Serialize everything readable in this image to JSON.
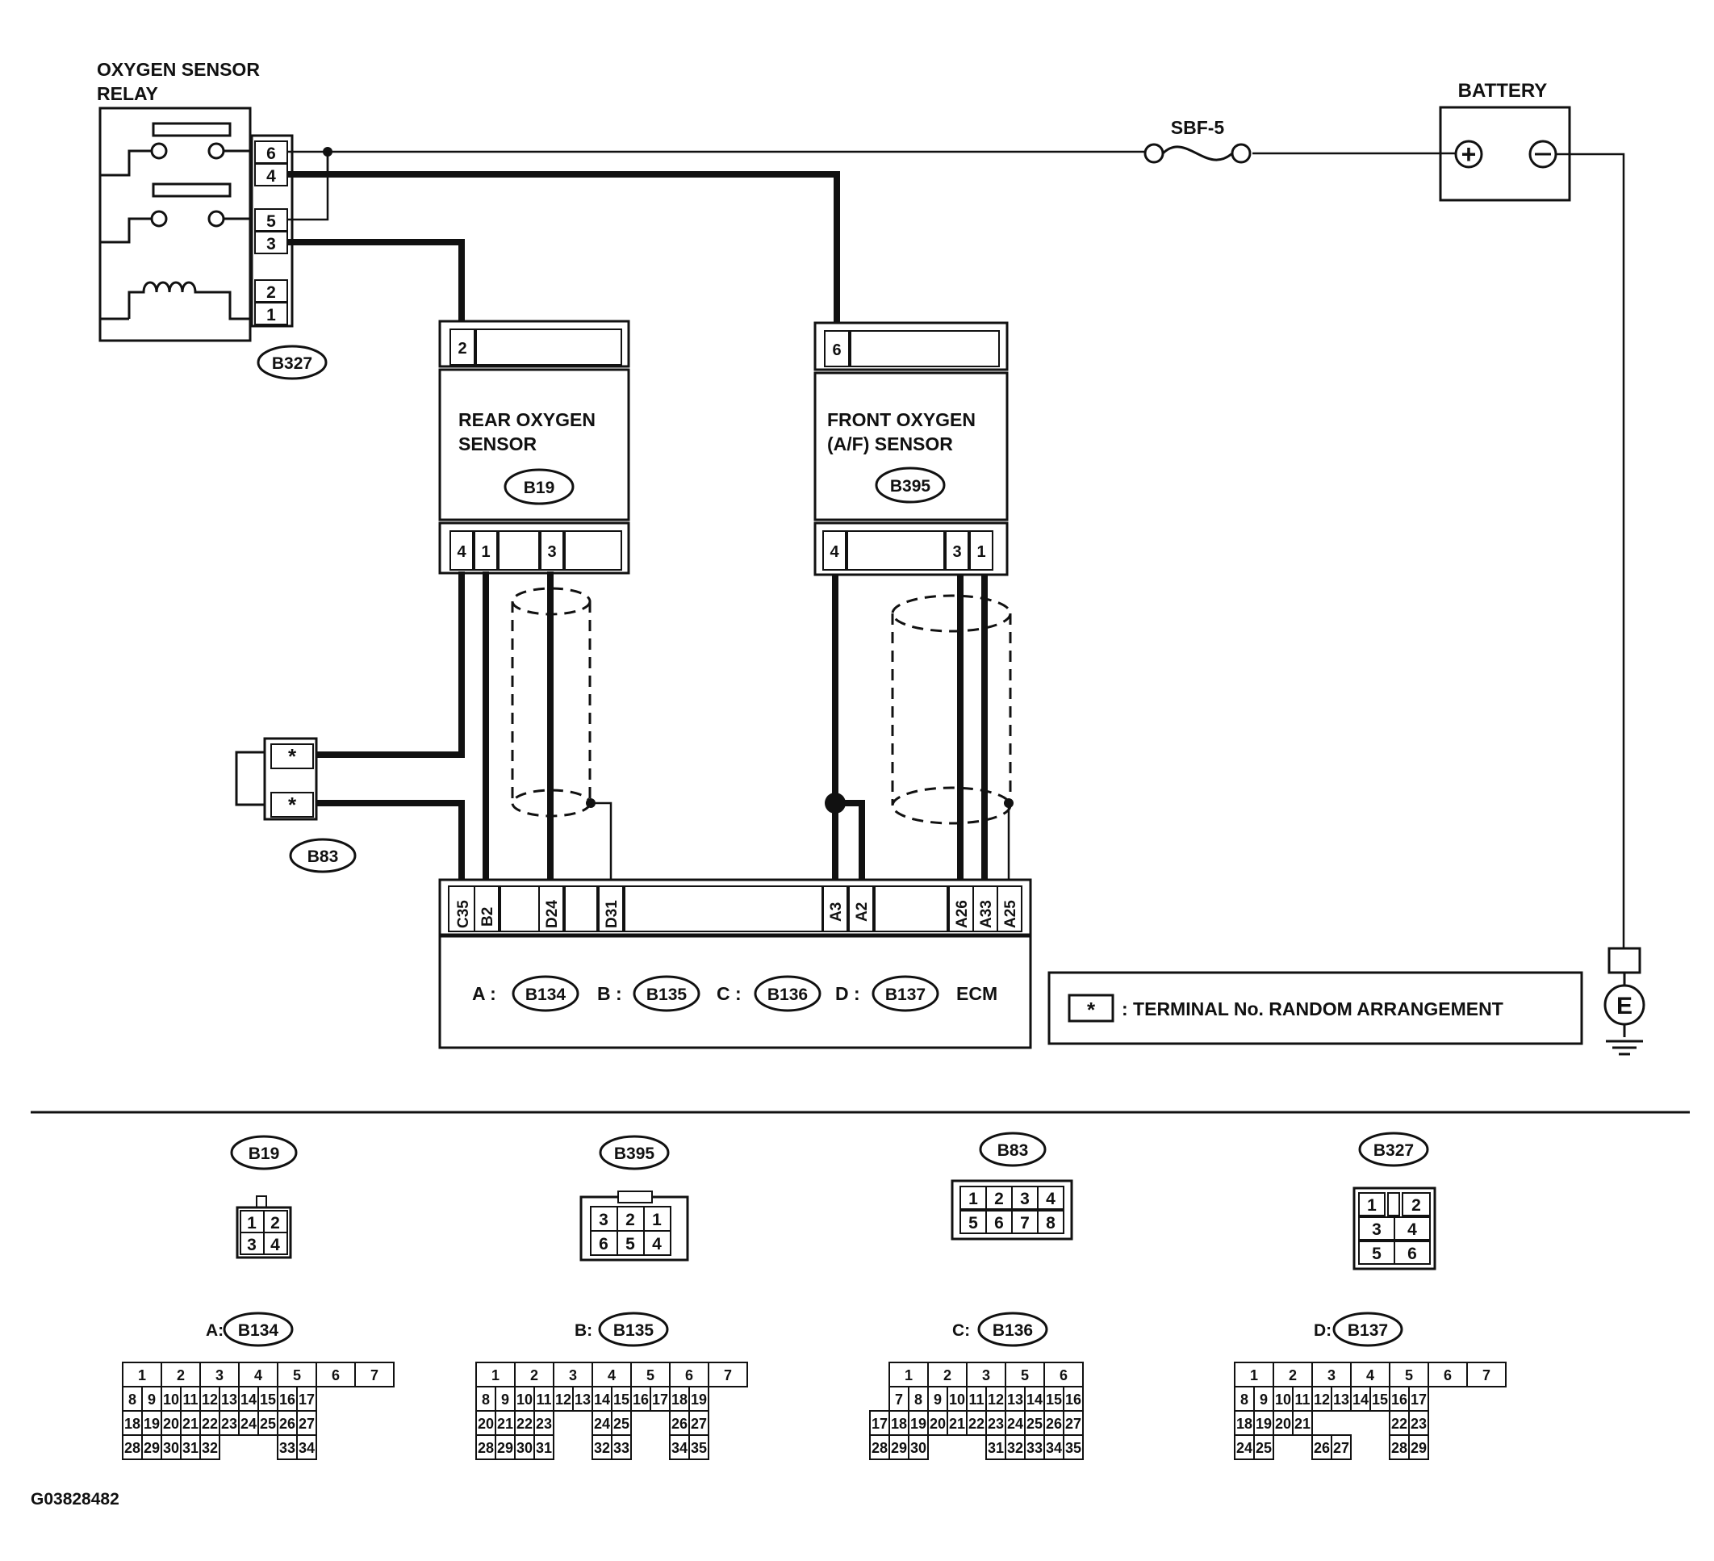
{
  "relay": {
    "title_line1": "OXYGEN SENSOR",
    "title_line2": "RELAY",
    "connector": "B327",
    "pins": [
      "6",
      "4",
      "5",
      "3",
      "2",
      "1"
    ]
  },
  "fuse": {
    "label": "SBF-5"
  },
  "battery": {
    "label": "BATTERY",
    "plus": "+",
    "minus": "−"
  },
  "ground": {
    "label": "E"
  },
  "rear_sensor": {
    "line1": "REAR OXYGEN",
    "line2": "SENSOR",
    "connector": "B19",
    "top_pin": "2",
    "bottom_pins": [
      "4",
      "1",
      "3"
    ]
  },
  "front_sensor": {
    "line1": "FRONT OXYGEN",
    "line2": "(A/F) SENSOR",
    "connector": "B395",
    "top_pin": "6",
    "bottom_pins": [
      "4",
      "3",
      "1"
    ]
  },
  "b83": {
    "connector": "B83",
    "pins": [
      "*",
      "*"
    ]
  },
  "ecm": {
    "pins": [
      "C35",
      "B2",
      "D24",
      "D31",
      "A3",
      "A2",
      "A26",
      "A33",
      "A25"
    ],
    "legend": [
      {
        "letter": "A :",
        "connector": "B134"
      },
      {
        "letter": "B :",
        "connector": "B135"
      },
      {
        "letter": "C :",
        "connector": "B136"
      },
      {
        "letter": "D :",
        "connector": "B137"
      }
    ],
    "label": "ECM"
  },
  "note": {
    "star": "*",
    "text": ": TERMINAL No. RANDOM ARRANGEMENT"
  },
  "connector_views": {
    "b19": {
      "name": "B19",
      "rows": [
        [
          "1",
          "2"
        ],
        [
          "3",
          "4"
        ]
      ]
    },
    "b395": {
      "name": "B395",
      "rows": [
        [
          "3",
          "2",
          "1"
        ],
        [
          "6",
          "5",
          "4"
        ]
      ]
    },
    "b83": {
      "name": "B83",
      "rows": [
        [
          "1",
          "2",
          "3",
          "4"
        ],
        [
          "5",
          "6",
          "7",
          "8"
        ]
      ]
    },
    "b327": {
      "name": "B327",
      "rows": [
        [
          "1",
          "2"
        ],
        [
          "3",
          "4"
        ],
        [
          "5",
          "6"
        ]
      ]
    },
    "a": {
      "prefix": "A:",
      "name": "B134"
    },
    "b": {
      "prefix": "B:",
      "name": "B135"
    },
    "c": {
      "prefix": "C:",
      "name": "B136"
    },
    "d": {
      "prefix": "D:",
      "name": "B137"
    }
  },
  "figure_id": "G03828482"
}
